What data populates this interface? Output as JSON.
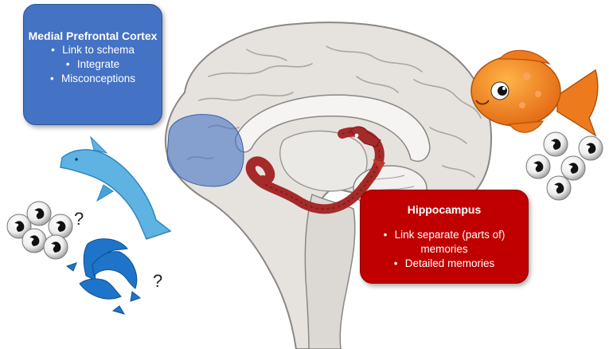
{
  "mpfc_box": {
    "title": "Medial Prefrontal Cortex",
    "items": [
      "Link to schema",
      "Integrate",
      "Misconceptions"
    ]
  },
  "hippocampus_box": {
    "title": "Hippocampus",
    "items": [
      "Link separate (parts of) memories",
      "Detailed memories"
    ]
  },
  "question_marks": [
    "?",
    "?"
  ],
  "colors": {
    "mpfc_blue": "#4472c4",
    "hippocampus_red": "#c00000",
    "brain_fill": "#e6e3df",
    "seahorse": "#a52a2a",
    "dolphin_light": "#5fb3e3",
    "dolphin_dark": "#1e74c8",
    "fish": "#ee7a1e"
  },
  "icons": [
    "brain-illustration",
    "seahorse-icon",
    "goldfish-icon",
    "dolphin-icon",
    "dolphin-trio-icon",
    "memory-ball-icon"
  ]
}
